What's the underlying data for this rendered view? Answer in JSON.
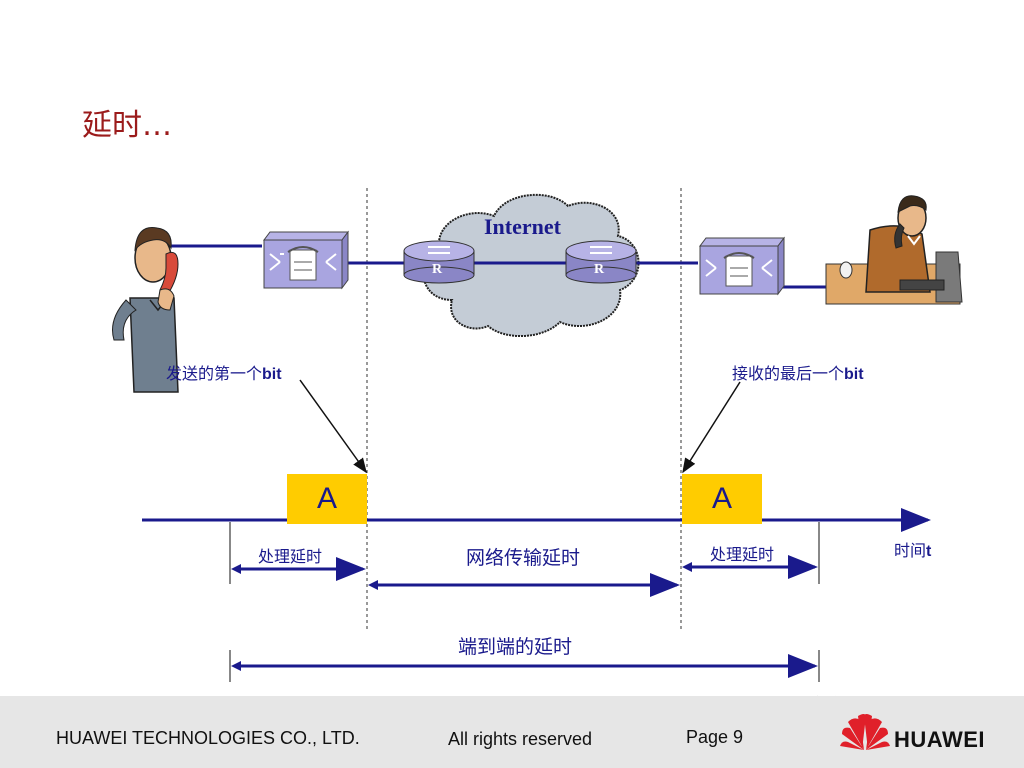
{
  "slide": {
    "title": "延时…"
  },
  "diagram": {
    "internet_label": "Internet",
    "router_label": "R",
    "send_first_bit_prefix": "发送的第一个",
    "send_first_bit_suffix": "bit",
    "receive_last_bit_prefix": "接收的最后一个",
    "receive_last_bit_suffix": "bit",
    "packet_left": "A",
    "packet_right": "A",
    "time_axis_prefix": "时间",
    "time_axis_suffix": "t",
    "processing_delay_left": "处理延时",
    "network_delay": "网络传输延时",
    "processing_delay_right": "处理延时",
    "end_to_end_delay": "端到端的延时",
    "colors": {
      "navy": "#1a1a8c",
      "packet": "#ffcc00",
      "title": "#9b1b1b",
      "cloud": "#c4ccd6"
    }
  },
  "footer": {
    "company": "HUAWEI TECHNOLOGIES CO., LTD.",
    "rights": "All rights reserved",
    "page": "Page 9",
    "brand": "HUAWEI"
  }
}
